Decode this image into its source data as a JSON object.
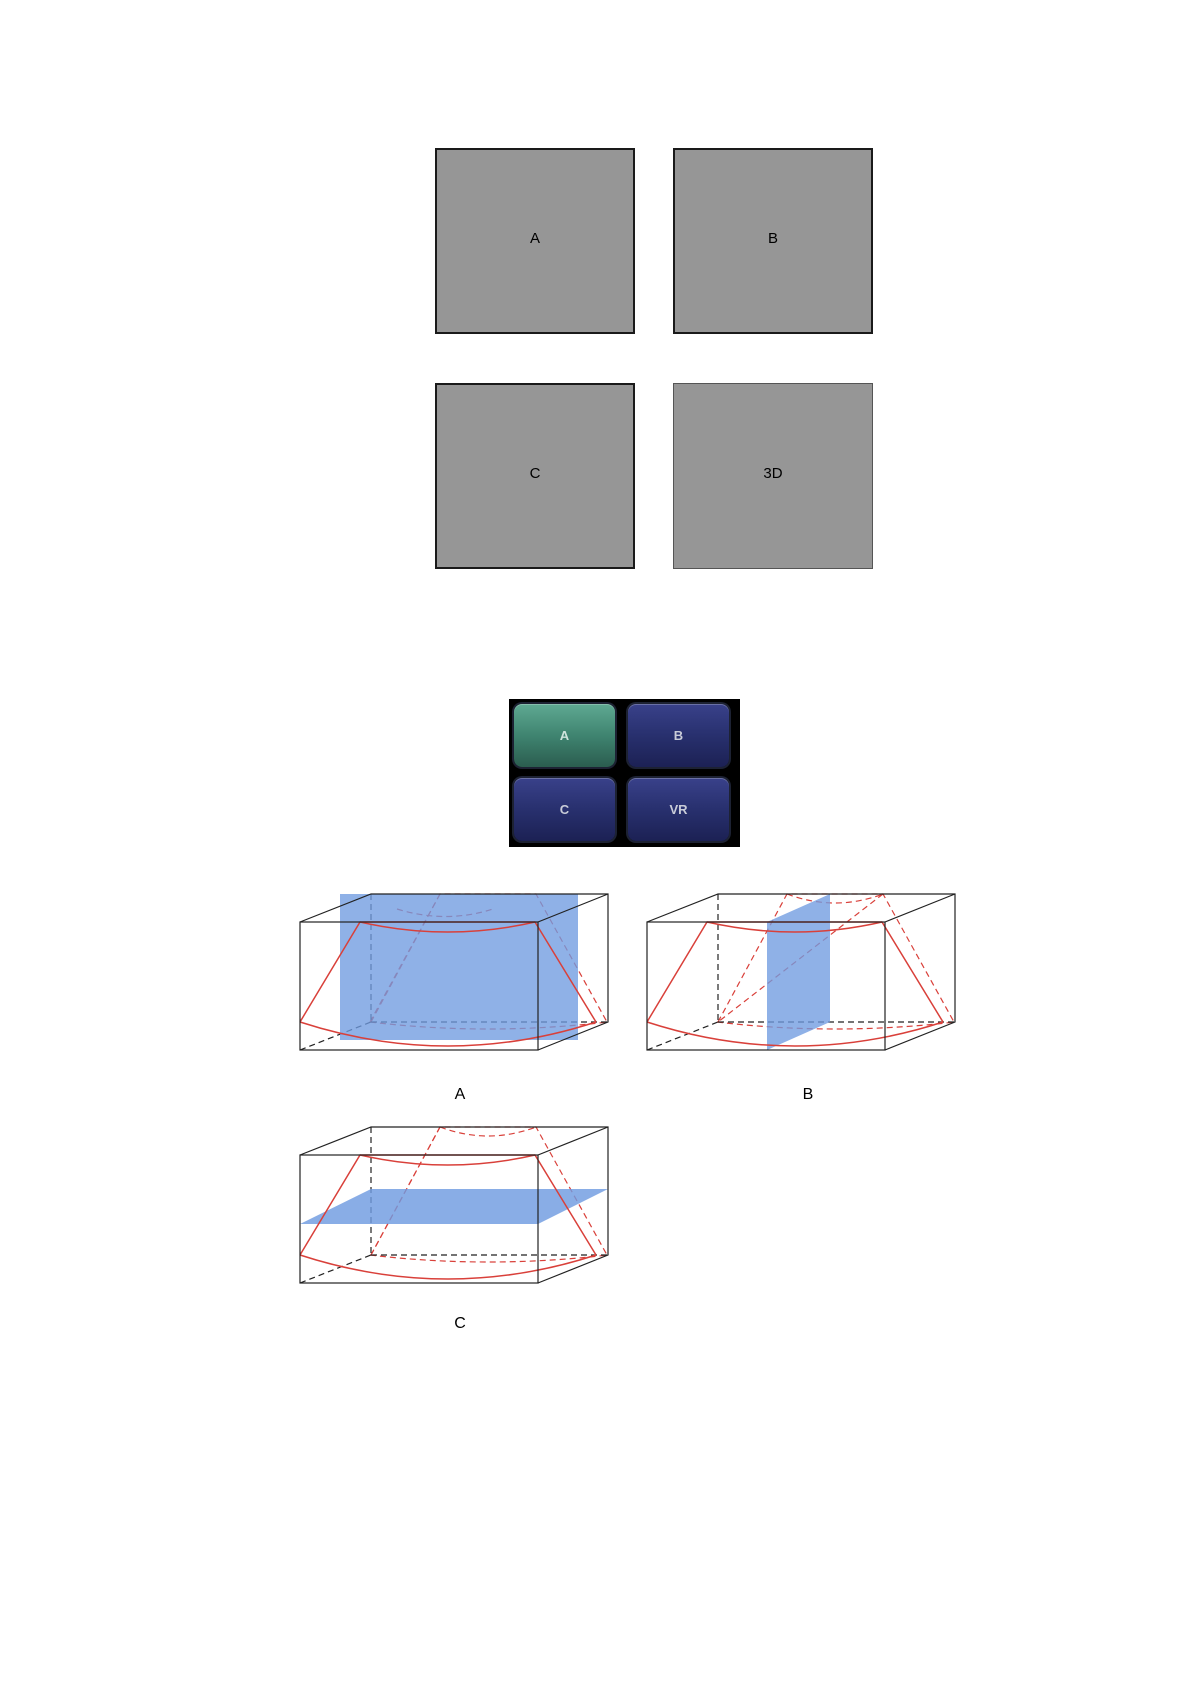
{
  "quad_views": [
    "A",
    "B",
    "C",
    "3D"
  ],
  "panel": {
    "buttons": [
      {
        "label": "A",
        "active": true
      },
      {
        "label": "B",
        "active": false
      },
      {
        "label": "C",
        "active": false
      },
      {
        "label": "VR",
        "active": false
      }
    ]
  },
  "diagrams": {
    "a_label": "A",
    "b_label": "B",
    "c_label": "C"
  },
  "colors": {
    "view_gray": "#969696",
    "plane_blue": "#6f9be0",
    "fan_red": "#d9403a",
    "active_button": "#3f8470",
    "inactive_button": "#28306e"
  }
}
